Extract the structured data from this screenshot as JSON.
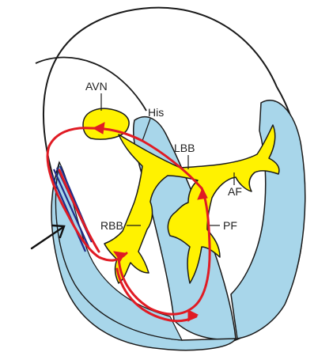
{
  "labels": {
    "avn": "AVN",
    "his": "His",
    "lbb": "LBB",
    "af": "AF",
    "rbb": "RBB",
    "pf": "PF"
  },
  "colors": {
    "background": "#ffffff",
    "outline": "#1a1a1a",
    "myocardium": "#a8d6ea",
    "conduction": "#fff200",
    "circuit": "#e01b24",
    "scar": "#1f2d8a",
    "pointer": "#111111"
  },
  "icons": {
    "circuit_arrowhead": "red-arrowhead",
    "pointer": "black-arrow"
  }
}
